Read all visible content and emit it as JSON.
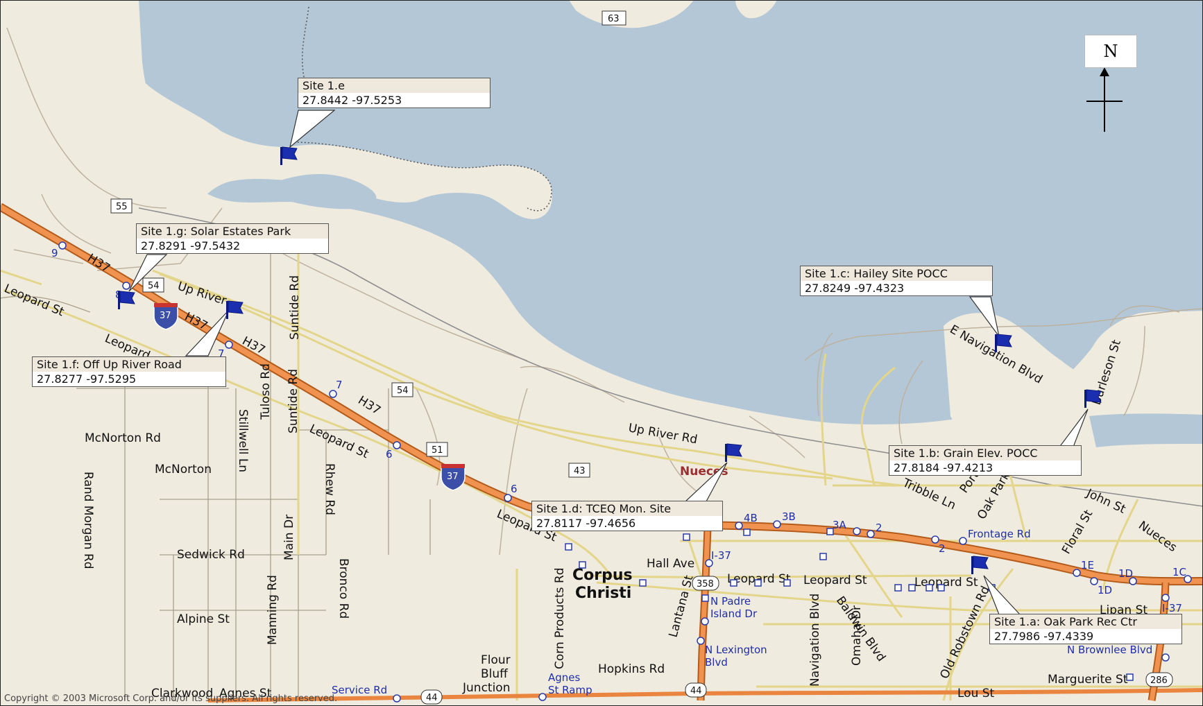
{
  "map": {
    "north_label": "N",
    "copyright": "Copyright © 2003 Microsoft Corp. and/or its suppliers. All rights reserved.",
    "colors": {
      "land": "#f0ebdf",
      "water": "#b4c7d6",
      "highway": "#e9853e",
      "flag": "#1b2eb0"
    },
    "sites": [
      {
        "id": "site-1e",
        "title": "Site 1.e",
        "coords": "27.8442 -97.5253"
      },
      {
        "id": "site-1g",
        "title": "Site 1.g: Solar Estates Park",
        "coords": "27.8291 -97.5432"
      },
      {
        "id": "site-1f",
        "title": "Site 1.f: Off Up River Road",
        "coords": "27.8277 -97.5295"
      },
      {
        "id": "site-1c",
        "title": "Site 1.c: Hailey Site POCC",
        "coords": "27.8249 -97.4323"
      },
      {
        "id": "site-1b",
        "title": "Site 1.b: Grain Elev. POCC",
        "coords": "27.8184 -97.4213"
      },
      {
        "id": "site-1d",
        "title": "Site 1.d: TCEQ Mon. Site",
        "coords": "27.8117 -97.4656"
      },
      {
        "id": "site-1a",
        "title": "Site 1.a: Oak Park Rec Ctr",
        "coords": "27.7986 -97.4339"
      }
    ],
    "places": {
      "city": [
        "Corpus",
        "Christi"
      ],
      "nueces": "Nueces",
      "mcnorton": "McNorton",
      "flour": [
        "Flour",
        "Bluff",
        "Junction"
      ]
    },
    "roads": {
      "h37": "H37",
      "up_river": "Up River Rd",
      "up_river_short": "Up River",
      "leopard": "Leopard St",
      "leopard_short": "Leopard",
      "suntide": "Suntide Rd",
      "tuloso": "Tuloso Rd",
      "stillwell": "Stillwell Ln",
      "rhew": "Rhew Rd",
      "main": "Main Dr",
      "bronco": "Bronco Rd",
      "manning": "Manning Rd",
      "rand_morgan": "Rand Morgan Rd",
      "mcnorton_rd": "McNorton Rd",
      "sedwick": "Sedwick Rd",
      "alpine": "Alpine St",
      "clarkwood": "Clarkwood",
      "agnes": "Agnes St",
      "corn_products": "Corn Products Rd",
      "hopkins": "Hopkins Rd",
      "hall": "Hall Ave",
      "lantana": "Lantana St",
      "navigation": "Navigation Blvd",
      "omaha": "Omaha Dr",
      "baldwin": "Baldwin Blvd",
      "tribble": "Tribble Ln",
      "oak_park": "Oak Park",
      "old_robstown": "Old Robstown Rd",
      "john": "John St",
      "nueces_bay": "Nueces",
      "floral": "Floral St",
      "lou": "Lou St",
      "marguerite": "Marguerite St",
      "e_navigation": "E Navigation Blvd",
      "burleson": "Burleson St",
      "frontage": "Frontage Rd",
      "i37": "I-37",
      "i37_b": "I-37",
      "n_padre": "N Padre",
      "island_dr": "Island Dr",
      "n_lexington": "N Lexington",
      "blvd": "Blvd",
      "n_brownlee": "N Brownlee Blvd",
      "service": "Service Rd",
      "agnes_ramp": [
        "Agnes",
        "St Ramp"
      ],
      "lipan": "Lipan St",
      "port": "Port"
    },
    "shields": {
      "s63": "63",
      "s55": "55",
      "s54a": "54",
      "s54b": "54",
      "s51": "51",
      "s43": "43",
      "s358": "358",
      "s44a": "44",
      "s44b": "44",
      "s286": "286",
      "i37a": "37",
      "i37b": "37"
    },
    "exits": {
      "e9": "9",
      "e8": "8",
      "e7a": "7",
      "e7b": "7",
      "e6a": "6",
      "e6b": "6",
      "e4b": "4B",
      "e3b": "3B",
      "e3a": "3A",
      "e2a": "2",
      "e2b": "2",
      "e1e": "1E",
      "e1d": "1D",
      "e1d2": "1D",
      "e1c": "1C"
    }
  }
}
